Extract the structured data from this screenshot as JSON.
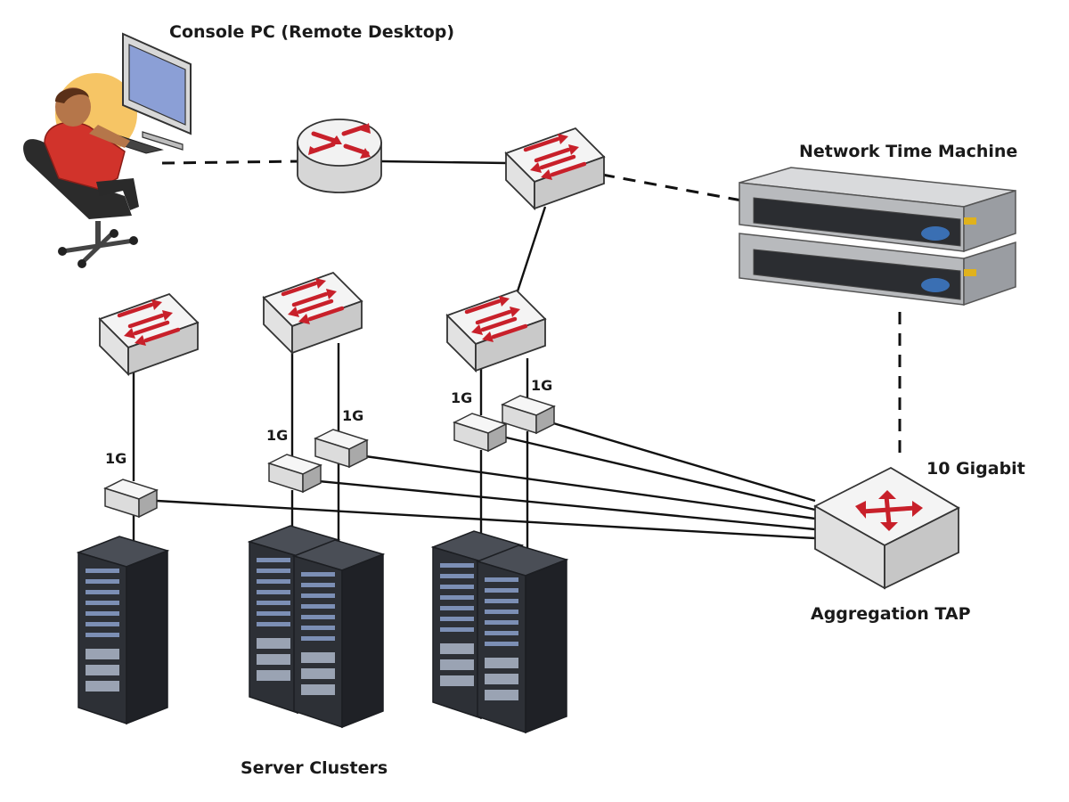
{
  "labels": {
    "console_pc": "Console PC (Remote Desktop)",
    "network_time_machine": "Network Time Machine",
    "ten_gigabit": "10 Gigabit",
    "aggregation_tap": "Aggregation TAP",
    "server_clusters": "Server Clusters"
  },
  "link_labels": [
    "1G",
    "1G",
    "1G",
    "1G",
    "1G"
  ],
  "colors": {
    "arrow_red": "#c8202a",
    "switch_top": "#f4f4f4",
    "switch_side": "#c9c9c9",
    "server_dark": "#2d3036",
    "server_bezel_blue": "#3a6fb3",
    "server_bezel_yellow": "#e0b21c",
    "person_shirt": "#d1332b",
    "person_skin": "#b5764a",
    "monitor_screen": "#8b9fd6",
    "halo": "#f6c565"
  },
  "icons": {
    "console_pc": "person-at-computer-icon",
    "router": "router-icon",
    "switch": "network-switch-icon",
    "tap": "tap-device-icon",
    "aggregation_tap": "aggregation-tap-icon",
    "appliance": "rack-appliance-icon",
    "server_rack": "server-rack-icon"
  }
}
